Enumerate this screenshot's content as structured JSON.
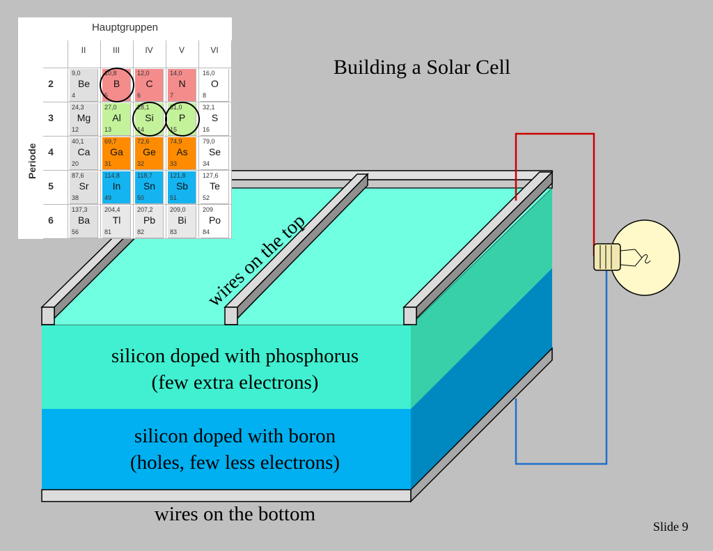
{
  "title": "Building a Solar Cell",
  "slide_number": "Slide 9",
  "layers": {
    "n_type_line1": "silicon doped with phosphorus",
    "n_type_line2": "(few extra electrons)",
    "p_type_line1": "silicon doped with boron",
    "p_type_line2": "(holes, few less electrons)"
  },
  "labels": {
    "top_wires": "wires on the top",
    "bottom_wires": "wires on the bottom"
  },
  "periodic_table": {
    "heading": "Hauptgruppen",
    "axis_label": "Periode",
    "groups": [
      "II",
      "III",
      "IV",
      "V",
      "VI"
    ],
    "periods": [
      "2",
      "3",
      "4",
      "5",
      "6"
    ],
    "rows": [
      [
        {
          "mass": "9,0",
          "symbol": "Be",
          "number": "4",
          "color": "#e0e0e0"
        },
        {
          "mass": "10,8",
          "symbol": "B",
          "number": "5",
          "color": "#f48c8c",
          "circled": true
        },
        {
          "mass": "12,0",
          "symbol": "C",
          "number": "6",
          "color": "#f48c8c"
        },
        {
          "mass": "14,0",
          "symbol": "N",
          "number": "7",
          "color": "#f48c8c"
        },
        {
          "mass": "16,0",
          "symbol": "O",
          "number": "8",
          "color": "#ffffff"
        }
      ],
      [
        {
          "mass": "24,3",
          "symbol": "Mg",
          "number": "12",
          "color": "#e0e0e0"
        },
        {
          "mass": "27,0",
          "symbol": "Al",
          "number": "13",
          "color": "#c4f29a"
        },
        {
          "mass": "28,1",
          "symbol": "Si",
          "number": "14",
          "color": "#c4f29a",
          "circled": true
        },
        {
          "mass": "31,0",
          "symbol": "P",
          "number": "15",
          "color": "#c4f29a",
          "circled": true
        },
        {
          "mass": "32,1",
          "symbol": "S",
          "number": "16",
          "color": "#ffffff"
        }
      ],
      [
        {
          "mass": "40,1",
          "symbol": "Ca",
          "number": "20",
          "color": "#e0e0e0"
        },
        {
          "mass": "69,7",
          "symbol": "Ga",
          "number": "31",
          "color": "#ff8c00"
        },
        {
          "mass": "72,6",
          "symbol": "Ge",
          "number": "32",
          "color": "#ff8c00"
        },
        {
          "mass": "74,9",
          "symbol": "As",
          "number": "33",
          "color": "#ff8c00"
        },
        {
          "mass": "79,0",
          "symbol": "Se",
          "number": "34",
          "color": "#ffffff"
        }
      ],
      [
        {
          "mass": "87,6",
          "symbol": "Sr",
          "number": "38",
          "color": "#e0e0e0"
        },
        {
          "mass": "114,8",
          "symbol": "In",
          "number": "49",
          "color": "#14b4f0"
        },
        {
          "mass": "118,7",
          "symbol": "Sn",
          "number": "50",
          "color": "#14b4f0"
        },
        {
          "mass": "121,8",
          "symbol": "Sb",
          "number": "51",
          "color": "#14b4f0"
        },
        {
          "mass": "127,6",
          "symbol": "Te",
          "number": "52",
          "color": "#ffffff"
        }
      ],
      [
        {
          "mass": "137,3",
          "symbol": "Ba",
          "number": "56",
          "color": "#e0e0e0"
        },
        {
          "mass": "204,4",
          "symbol": "Tl",
          "number": "81",
          "color": "#e8e8e8"
        },
        {
          "mass": "207,2",
          "symbol": "Pb",
          "number": "82",
          "color": "#e8e8e8"
        },
        {
          "mass": "209,0",
          "symbol": "Bi",
          "number": "83",
          "color": "#e8e8e8"
        },
        {
          "mass": "209",
          "symbol": "Po",
          "number": "84",
          "color": "#ffffff"
        }
      ]
    ]
  },
  "colors": {
    "background": "#c0c0c0",
    "n_layer": "#40f0d0",
    "n_layer_top": "#70ffe0",
    "n_layer_side": "#38d0a8",
    "p_layer": "#00b0f0",
    "p_layer_side": "#0088c0",
    "wire_top": "#cc0000",
    "wire_bottom": "#1f6fcc",
    "bulb": "#fff8c8",
    "bulb_socket": "#f0e8b0",
    "rail_light": "#dcdcdc",
    "rail_dark": "#808080",
    "rail_side": "#a8a8a8"
  },
  "icons": [
    "light-bulb-icon"
  ]
}
